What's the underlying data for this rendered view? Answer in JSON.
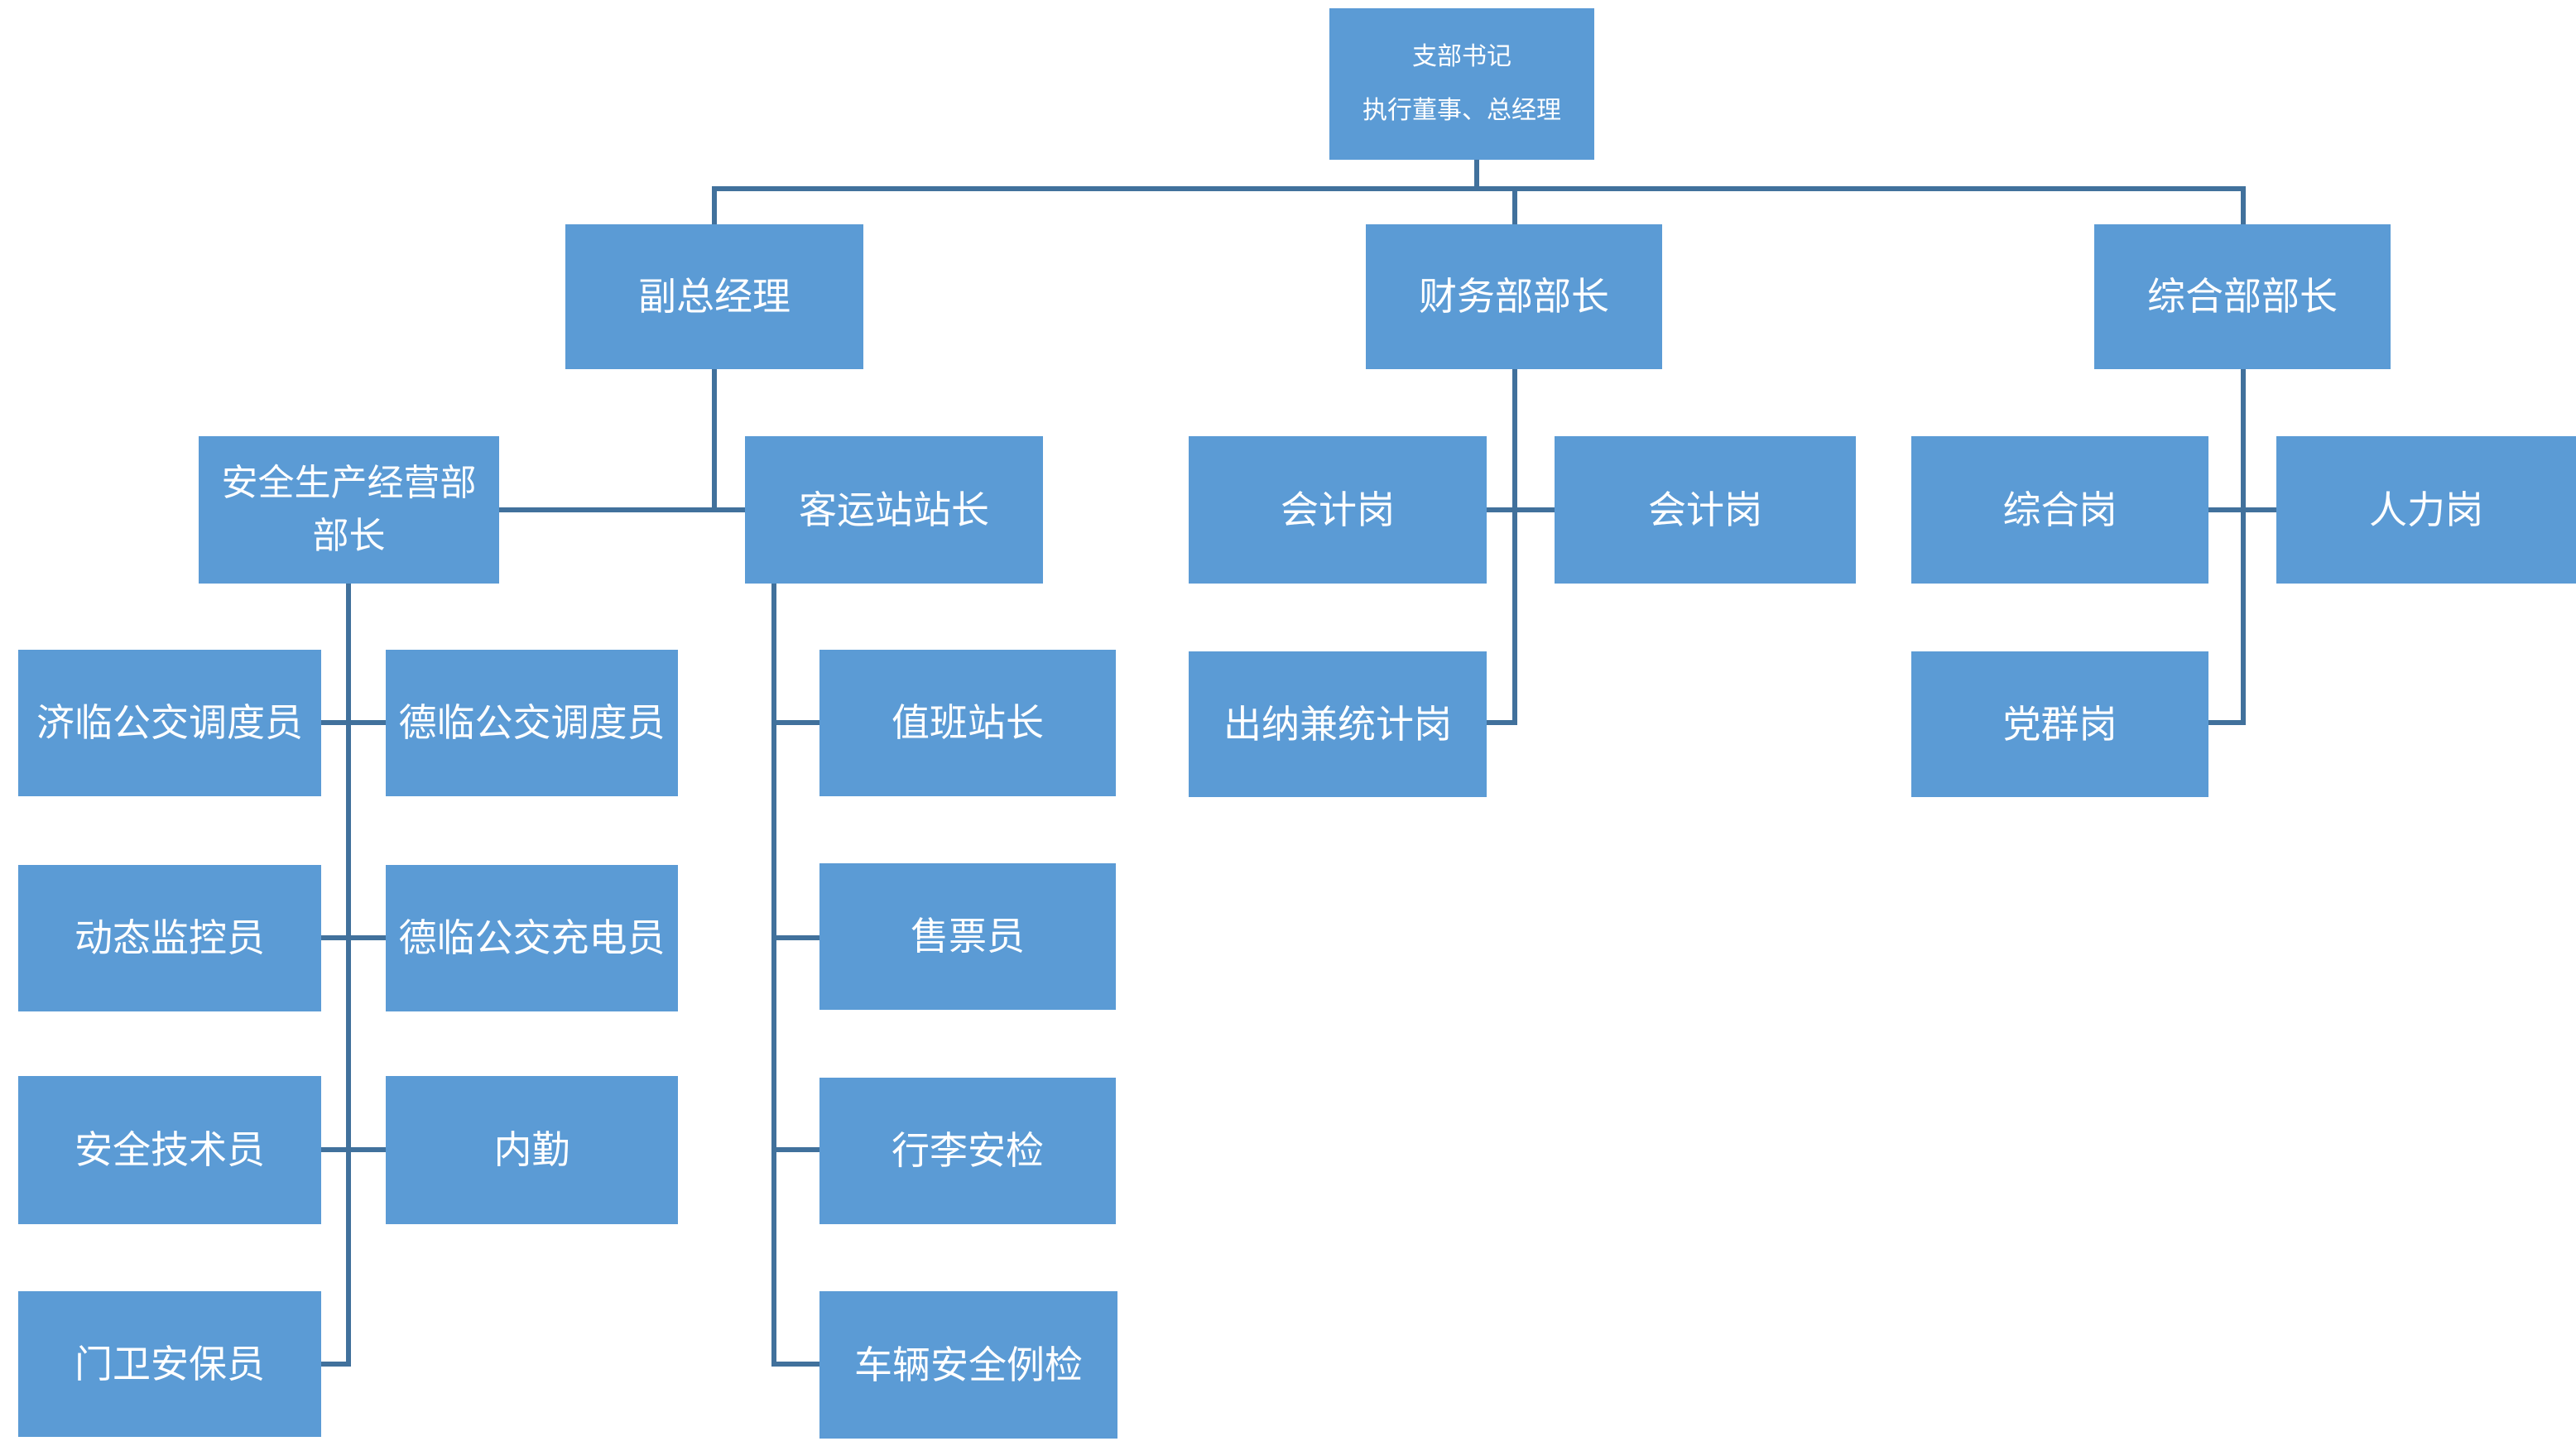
{
  "diagram": {
    "type": "org-chart",
    "colors": {
      "box_fill": "#5B9BD5",
      "connector": "#41719C",
      "text": "#FFFFFF",
      "background": "#FFFFFF"
    },
    "nodes": {
      "root": {
        "lines": [
          "支部书记",
          "执行董事、总经理"
        ]
      },
      "vice_gm": {
        "label": "副总经理"
      },
      "finance_head": {
        "label": "财务部部长"
      },
      "general_head": {
        "label": "综合部部长"
      },
      "safety_head": {
        "label": "安全生产经营部部长"
      },
      "station_head": {
        "label": "客运站站长"
      },
      "accounting1": {
        "label": "会计岗"
      },
      "accounting2": {
        "label": "会计岗"
      },
      "general_post": {
        "label": "综合岗"
      },
      "hr_post": {
        "label": "人力岗"
      },
      "jilin_dispatcher": {
        "label": "济临公交调度员"
      },
      "delin_dispatcher": {
        "label": "德临公交调度员"
      },
      "duty_master": {
        "label": "值班站长"
      },
      "cashier": {
        "label": "出纳兼统计岗"
      },
      "party_post": {
        "label": "党群岗"
      },
      "monitor": {
        "label": "动态监控员"
      },
      "charger": {
        "label": "德临公交充电员"
      },
      "ticket_seller": {
        "label": "售票员"
      },
      "safety_tech": {
        "label": "安全技术员"
      },
      "office_clerk": {
        "label": "内勤"
      },
      "luggage_check": {
        "label": "行李安检"
      },
      "guard": {
        "label": "门卫安保员"
      },
      "vehicle_check": {
        "label": "车辆安全例检"
      }
    },
    "hierarchy": {
      "root": [
        "vice_gm",
        "finance_head",
        "general_head"
      ],
      "vice_gm": [
        "safety_head",
        "station_head"
      ],
      "safety_head": [
        "jilin_dispatcher",
        "delin_dispatcher",
        "monitor",
        "charger",
        "safety_tech",
        "office_clerk",
        "guard"
      ],
      "station_head": [
        "duty_master",
        "ticket_seller",
        "luggage_check",
        "vehicle_check"
      ],
      "finance_head": [
        "accounting1",
        "accounting2",
        "cashier"
      ],
      "general_head": [
        "general_post",
        "hr_post",
        "party_post"
      ]
    }
  }
}
